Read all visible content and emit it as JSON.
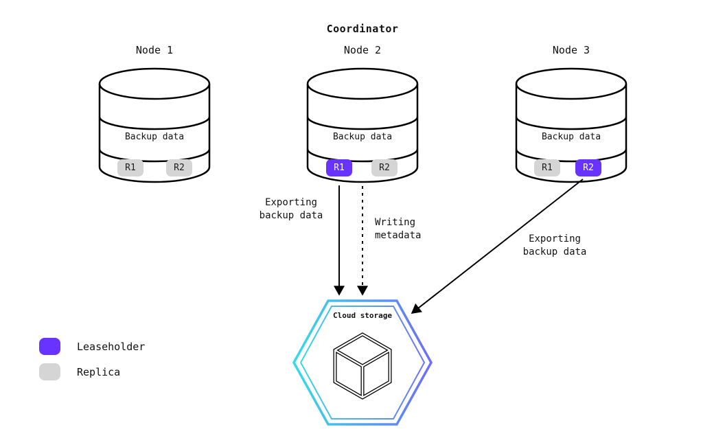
{
  "title": "Coordinator",
  "nodes": [
    {
      "label": "Node 1",
      "storage_label": "Backup data",
      "replicas": [
        {
          "label": "R1",
          "role": "replica"
        },
        {
          "label": "R2",
          "role": "replica"
        }
      ]
    },
    {
      "label": "Node 2",
      "storage_label": "Backup data",
      "replicas": [
        {
          "label": "R1",
          "role": "leaseholder"
        },
        {
          "label": "R2",
          "role": "replica"
        }
      ]
    },
    {
      "label": "Node 3",
      "storage_label": "Backup data",
      "replicas": [
        {
          "label": "R1",
          "role": "replica"
        },
        {
          "label": "R2",
          "role": "leaseholder"
        }
      ]
    }
  ],
  "arrows": {
    "export_from_node2": {
      "label": "Exporting\nbackup data",
      "style": "solid"
    },
    "write_metadata": {
      "label": "Writing\nmetadata",
      "style": "dashed"
    },
    "export_from_node3": {
      "label": "Exporting\nbackup data",
      "style": "solid"
    }
  },
  "cloud_storage": {
    "label": "Cloud storage",
    "icon": "cube-icon"
  },
  "legend": {
    "items": [
      {
        "label": "Leaseholder",
        "color": "#6933ff"
      },
      {
        "label": "Replica",
        "color": "#d5d5d5"
      }
    ]
  },
  "colors": {
    "leaseholder": "#6933ff",
    "replica": "#d5d5d5",
    "stroke": "#000000",
    "hexagon_gradient_start": "#35dce9",
    "hexagon_gradient_end": "#6e6ef7"
  }
}
